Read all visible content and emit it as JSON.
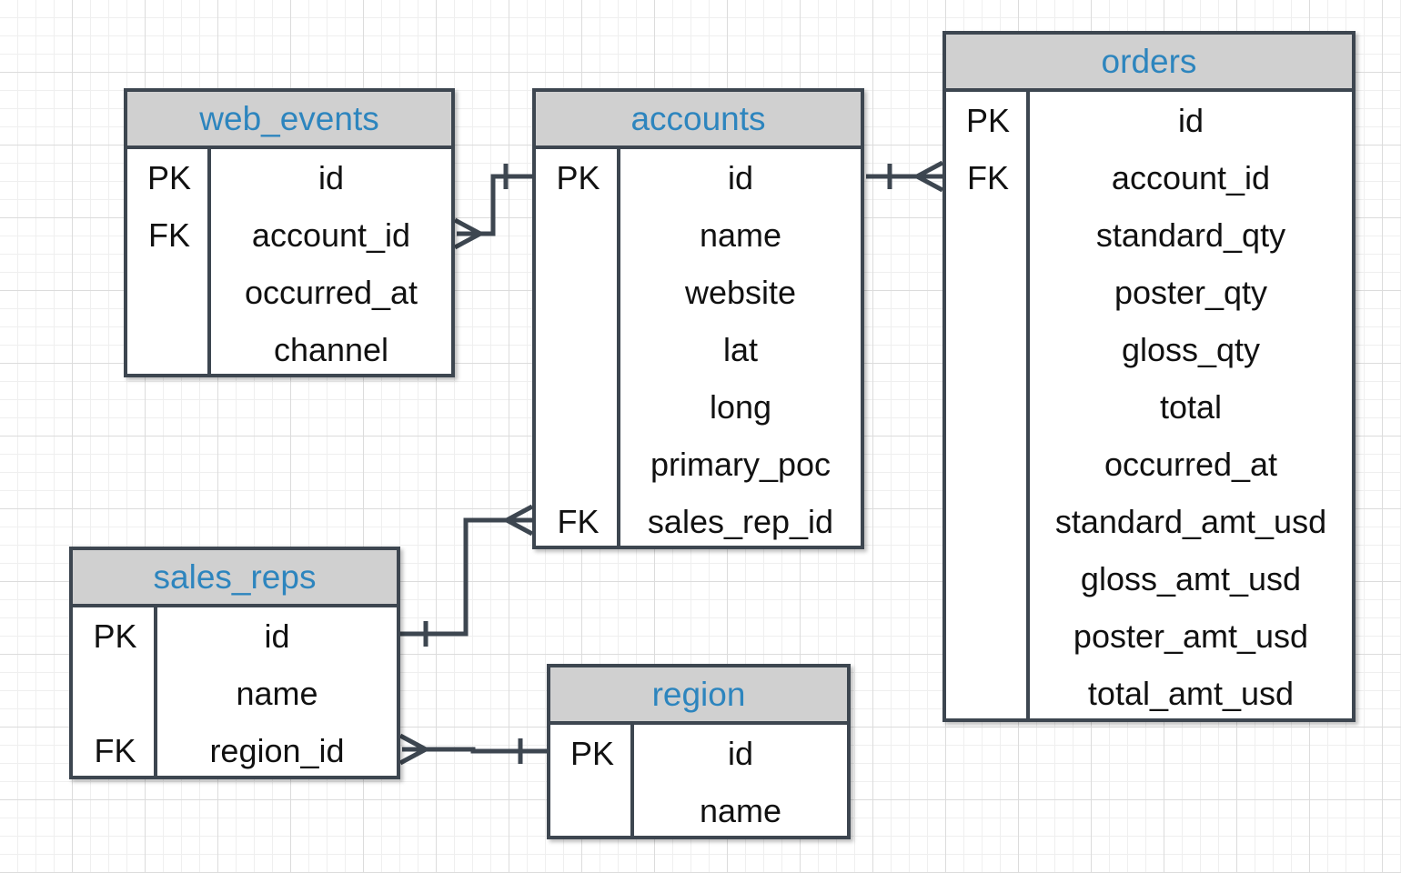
{
  "entities": [
    {
      "id": "web_events",
      "title": "web_events",
      "rows": [
        {
          "key": "PK",
          "attr": "id"
        },
        {
          "key": "FK",
          "attr": "account_id"
        },
        {
          "key": "",
          "attr": "occurred_at"
        },
        {
          "key": "",
          "attr": "channel"
        }
      ]
    },
    {
      "id": "accounts",
      "title": "accounts",
      "rows": [
        {
          "key": "PK",
          "attr": "id"
        },
        {
          "key": "",
          "attr": "name"
        },
        {
          "key": "",
          "attr": "website"
        },
        {
          "key": "",
          "attr": "lat"
        },
        {
          "key": "",
          "attr": "long"
        },
        {
          "key": "",
          "attr": "primary_poc"
        },
        {
          "key": "FK",
          "attr": "sales_rep_id"
        }
      ]
    },
    {
      "id": "orders",
      "title": "orders",
      "rows": [
        {
          "key": "PK",
          "attr": "id"
        },
        {
          "key": "FK",
          "attr": "account_id"
        },
        {
          "key": "",
          "attr": "standard_qty"
        },
        {
          "key": "",
          "attr": "poster_qty"
        },
        {
          "key": "",
          "attr": "gloss_qty"
        },
        {
          "key": "",
          "attr": "total"
        },
        {
          "key": "",
          "attr": "occurred_at"
        },
        {
          "key": "",
          "attr": "standard_amt_usd"
        },
        {
          "key": "",
          "attr": "gloss_amt_usd"
        },
        {
          "key": "",
          "attr": "poster_amt_usd"
        },
        {
          "key": "",
          "attr": "total_amt_usd"
        }
      ]
    },
    {
      "id": "sales_reps",
      "title": "sales_reps",
      "rows": [
        {
          "key": "PK",
          "attr": "id"
        },
        {
          "key": "",
          "attr": "name"
        },
        {
          "key": "FK",
          "attr": "region_id"
        }
      ]
    },
    {
      "id": "region",
      "title": "region",
      "rows": [
        {
          "key": "PK",
          "attr": "id"
        },
        {
          "key": "",
          "attr": "name"
        }
      ]
    }
  ],
  "relationships": [
    {
      "one": "accounts.id",
      "many": "web_events.account_id"
    },
    {
      "one": "accounts.id",
      "many": "orders.account_id"
    },
    {
      "one": "sales_reps.id",
      "many": "accounts.sales_rep_id"
    },
    {
      "one": "region.id",
      "many": "sales_reps.region_id"
    }
  ],
  "colors": {
    "title_text": "#2d85be",
    "header_fill": "#d0d0d0",
    "border": "#3d4650",
    "grid": "#dcdcdc"
  }
}
